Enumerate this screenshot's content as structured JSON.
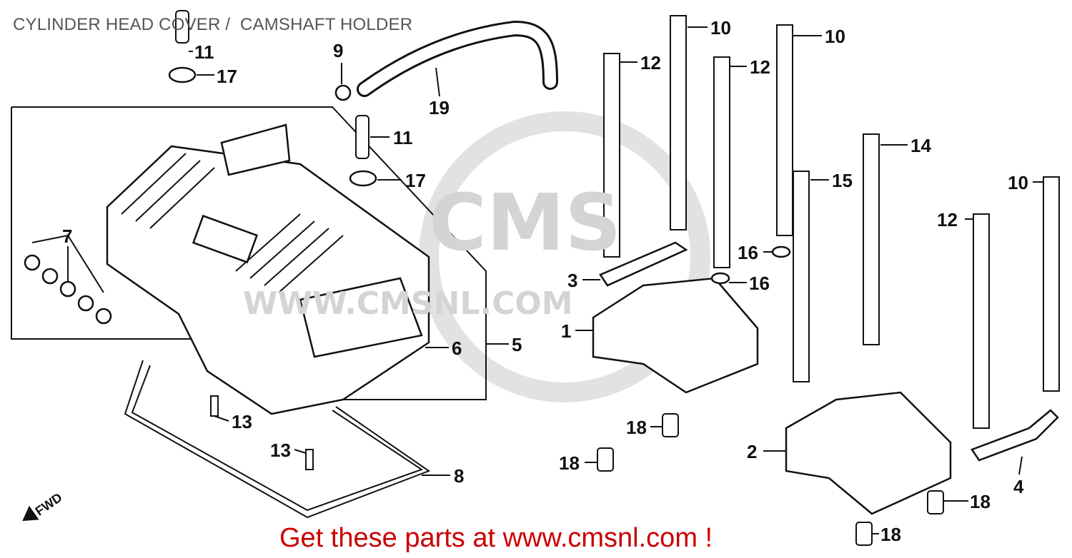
{
  "title": "CYLINDER HEAD COVER /  CAMSHAFT HOLDER",
  "footer": "Get these parts at www.cmsnl.com !",
  "watermark": {
    "logo": "CMS",
    "url": "WWW.CMSNL.COM"
  },
  "fwd_label": "FWD",
  "callouts": [
    "11",
    "17",
    "9",
    "19",
    "11",
    "17",
    "7",
    "12",
    "10",
    "12",
    "10",
    "14",
    "15",
    "10",
    "12",
    "16",
    "3",
    "16",
    "1",
    "6",
    "5",
    "13",
    "13",
    "8",
    "18",
    "18",
    "2",
    "4",
    "18",
    "18"
  ],
  "colors": {
    "footer": "#cc0000",
    "title": "#555555",
    "watermark": "#dddddd"
  }
}
